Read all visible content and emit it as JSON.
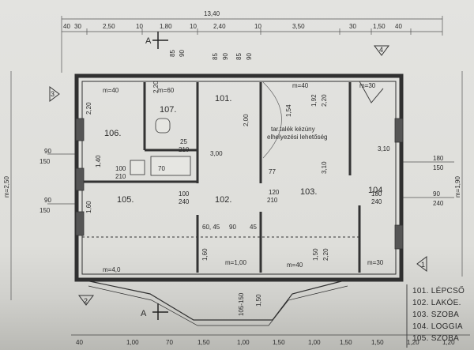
{
  "top_dims": {
    "total": "13,40",
    "row": [
      "40",
      "30",
      "2,50",
      "10",
      "1,80",
      "10",
      "2,40",
      "10",
      "3,50",
      "30",
      "1,50",
      "40"
    ]
  },
  "col_dims": [
    "85",
    "90",
    "85",
    "90",
    "85",
    "90"
  ],
  "left_dims": {
    "total": "m=2,50",
    "d1": [
      "90",
      "150"
    ],
    "d2": [
      "90",
      "150"
    ]
  },
  "right_dims": {
    "total": "m=1,90",
    "d1": [
      "180",
      "150"
    ],
    "d2": [
      "90",
      "240"
    ]
  },
  "rooms": {
    "r101": "101.",
    "r102": "102.",
    "r103": "103.",
    "r104": "104",
    "r105": "105.",
    "r106": "106.",
    "r107": "107."
  },
  "interior_labels": {
    "m40_a": "m=40",
    "m60": "m=60",
    "m40_b": "m=40",
    "m30_top": "m=30",
    "m40_bottom": "m=4,0",
    "m100": "m=1,00",
    "m40_c": "m=40",
    "m30_bottom": "m=30",
    "d220_a": "2,20",
    "d140": "1,40",
    "d220_b": "2,20",
    "d160_a": "1,60",
    "d200": "2,00",
    "d154": "1,54",
    "d192": "1,92",
    "d220_c": "2,20",
    "d310_a": "3,10",
    "d310_b": "3,10",
    "d300": "3,00",
    "d25": "25",
    "d210_a": "210",
    "d100_a": "100",
    "d210_b": "210",
    "d70": "70",
    "d77": "77",
    "d100_b": "100",
    "d240": "240",
    "d120": "120",
    "d210_c": "210",
    "d90": "90",
    "d45": "45",
    "d6045": "60, 45",
    "d150": "1,50",
    "d220_d": "2,20",
    "d160_b": "1,60",
    "d105_150": "105-150",
    "d150_b": "1,50",
    "d180_a": "180",
    "d240_b": "240"
  },
  "stair_note": [
    "tar.talék kézúny",
    "elhelyezési lehetőség"
  ],
  "section_marks": [
    "A",
    "A"
  ],
  "axis_marks": [
    "1",
    "2",
    "3",
    "4"
  ],
  "legend": [
    "101. LÉPCSŐ",
    "102. LAKÓE.",
    "103. SZOBA",
    "104. LOGGIA",
    "105. SZOBA"
  ],
  "bottom_dims": [
    "40",
    "1,00",
    "70",
    "1,50",
    "1,00",
    "1,50",
    "1,00",
    "1,50",
    "1,50",
    "1,20",
    "1,20"
  ]
}
